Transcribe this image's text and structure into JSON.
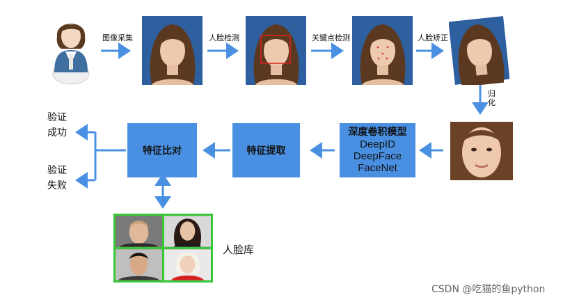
{
  "steps": {
    "capture": "图像采集",
    "detect": "人脸检测",
    "landmarks": "关键点检测",
    "align": "人脸矫正",
    "normalize": "归化"
  },
  "boxes": {
    "cnn_title": "深度卷积模型",
    "cnn_models": [
      "DeepID",
      "DeepFace",
      "FaceNet"
    ],
    "extract": "特征提取",
    "compare": "特征比对"
  },
  "results": {
    "success": [
      "验证",
      "成功"
    ],
    "fail": [
      "验证",
      "失败"
    ]
  },
  "gallery_label": "人脸库",
  "watermark": "CSDN @吃猫的鱼python",
  "colors": {
    "arrow": "#4a90e2",
    "box": "#4a90e2",
    "gallery_border": "#37c837",
    "detect_box": "#e02020"
  }
}
